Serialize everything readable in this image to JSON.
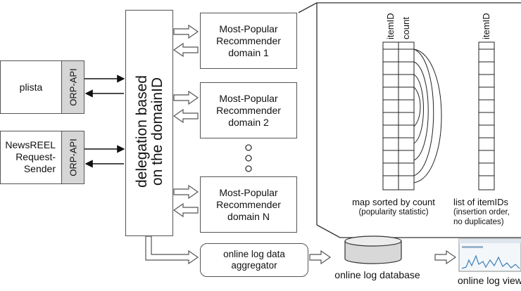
{
  "left": {
    "plista": "plista",
    "newsreel_line1": "NewsREEL",
    "newsreel_line2": "Request-",
    "newsreel_line3": "Sender",
    "api_label": "ORP-API"
  },
  "delegation": {
    "line1": "delegation based",
    "line2": "on the domainID"
  },
  "recommenders": [
    {
      "line1": "Most-Popular",
      "line2": "Recommender",
      "line3": "domain 1"
    },
    {
      "line1": "Most-Popular",
      "line2": "Recommender",
      "line3": "domain 2"
    },
    {
      "line1": "Most-Popular",
      "line2": "Recommender",
      "line3": "domain N"
    }
  ],
  "detail": {
    "col_itemid": "itemID",
    "col_count": "count",
    "col_itemid2": "itemID",
    "map_label": "map sorted by count",
    "map_sub": "(popularity statistic)",
    "list_label": "list of itemIDs",
    "list_sub1": "(insertion order,",
    "list_sub2": "no duplicates)"
  },
  "bottom": {
    "aggregator_line1": "online log data",
    "aggregator_line2": "aggregator",
    "database": "online log database",
    "viewer": "online log viewer"
  }
}
